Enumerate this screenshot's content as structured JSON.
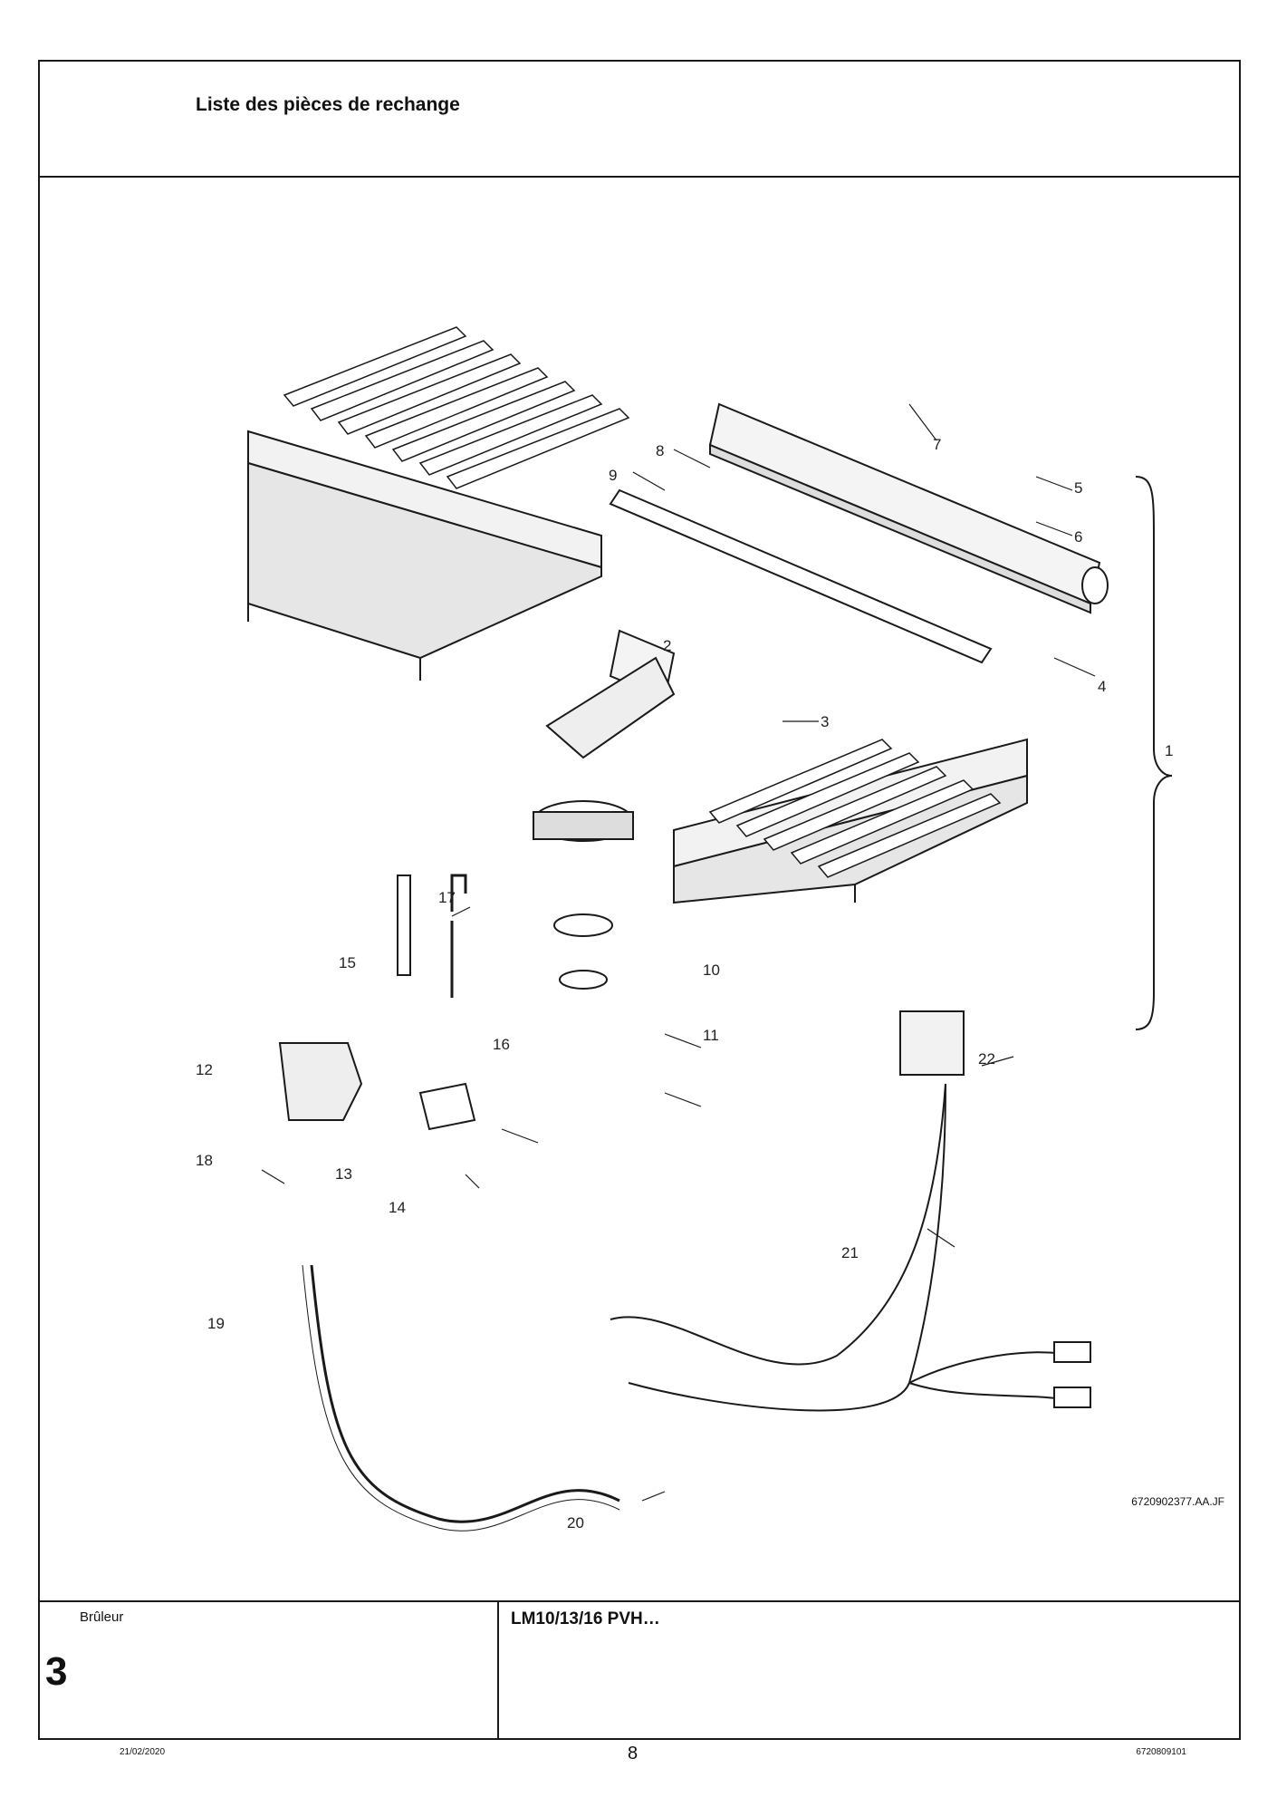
{
  "header": {
    "title": "Liste des pièces de rechange"
  },
  "drawing": {
    "reference": "6720902377.AA.JF",
    "callouts": [
      "1",
      "2",
      "3",
      "4",
      "5",
      "6",
      "7",
      "8",
      "9",
      "10",
      "11",
      "12",
      "13",
      "14",
      "15",
      "16",
      "17",
      "18",
      "19",
      "20",
      "21",
      "22"
    ]
  },
  "footer_block": {
    "section_name": "Brûleur",
    "section_number": "3",
    "model": "LM10/13/16 PVH…"
  },
  "page": {
    "date": "21/02/2020",
    "number": "8",
    "doc_code": "6720809101"
  }
}
